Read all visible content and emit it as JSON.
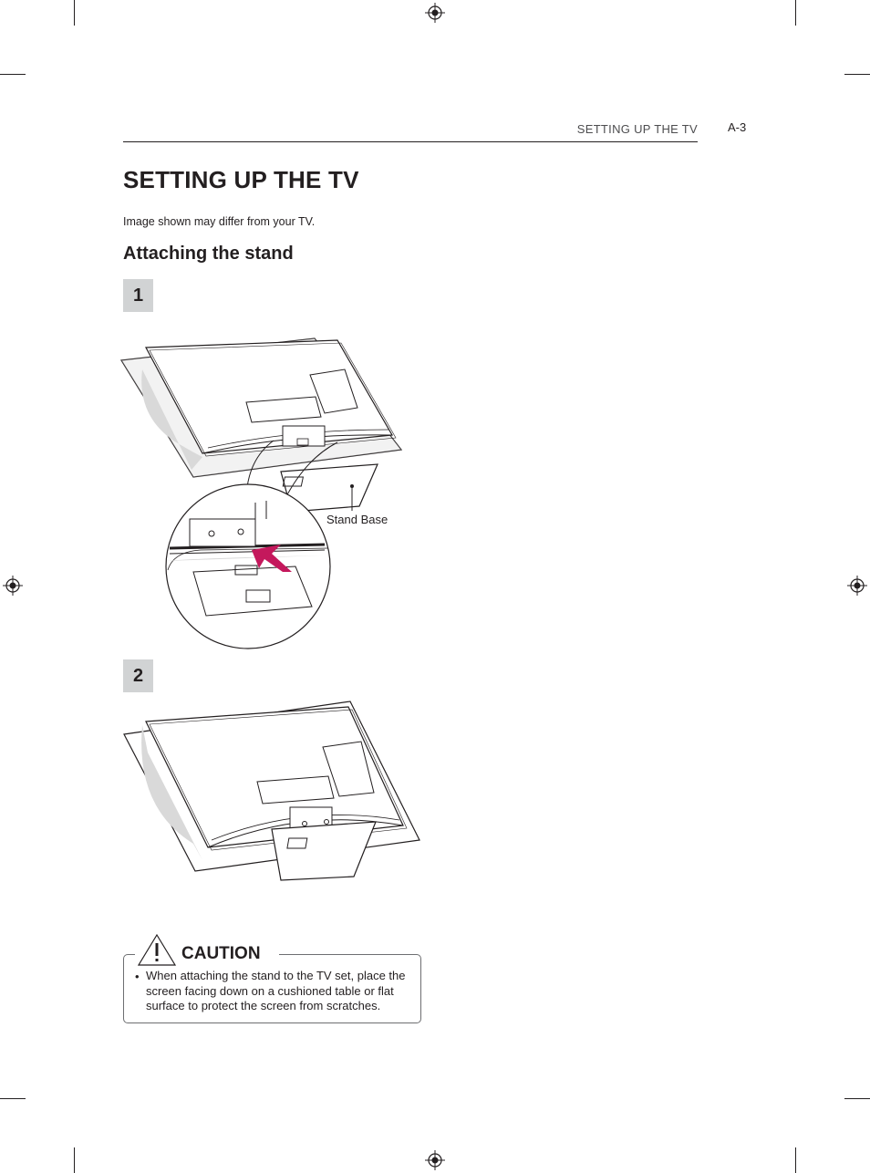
{
  "header": {
    "section_title": "SETTING UP THE TV",
    "page_number": "A-3"
  },
  "page_title": "SETTING UP THE TV",
  "note": "Image shown may differ from your TV.",
  "section_heading": "Attaching the stand",
  "steps": [
    {
      "number": "1"
    },
    {
      "number": "2"
    }
  ],
  "figure1": {
    "callout_label": "Stand Base"
  },
  "caution": {
    "title": "CAUTION",
    "bullet": "•",
    "text": "When attaching the stand to the TV set, place the screen facing down on a cushioned table or flat surface to protect the screen from scratches."
  },
  "colors": {
    "text": "#231f20",
    "step_badge": "#d1d3d4",
    "arrow": "#c4185c",
    "shadow": "#d9d9d9"
  },
  "icons": [
    "registration-mark-icon",
    "warning-triangle-icon",
    "arrow-icon"
  ]
}
